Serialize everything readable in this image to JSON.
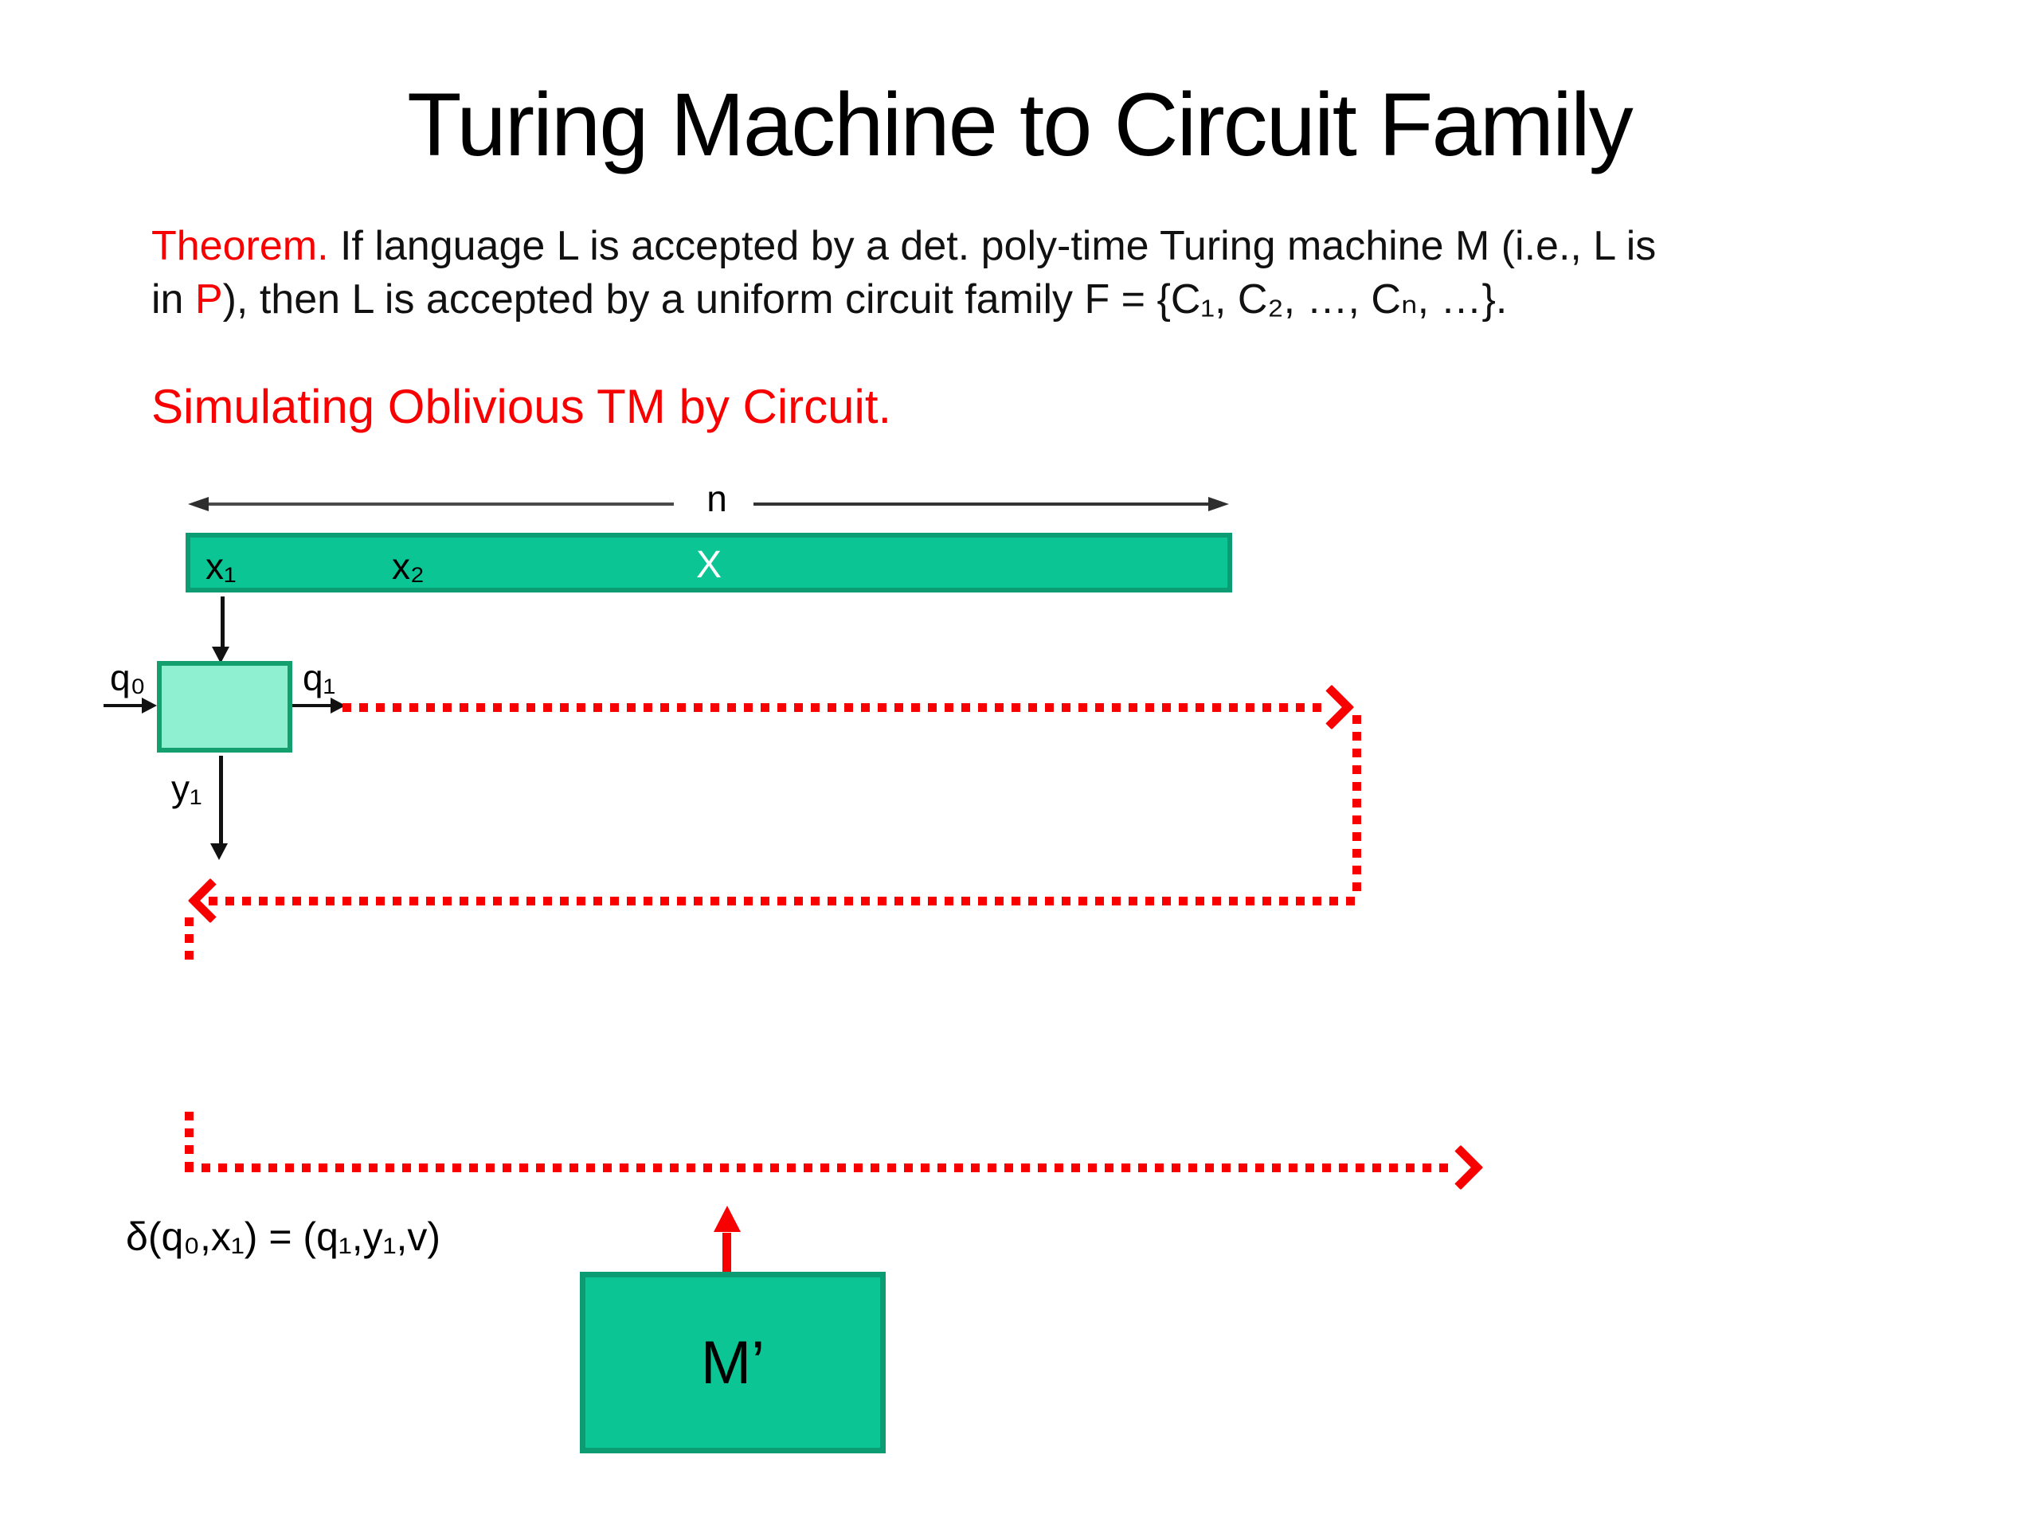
{
  "slide": {
    "title": "Turing Machine to Circuit Family",
    "theorem": {
      "l1_label": "Theorem.",
      "l1_rest": " If language L is accepted by a det. poly-time Turing machine M (i.e., L is",
      "l2_pre": "in ",
      "l2_p": "P",
      "l2_post": "), then L is accepted by a uniform circuit family F = {C₁, C₂, …, Cₙ, …}."
    },
    "subheading": "Simulating Oblivious TM by Circuit.",
    "diagram": {
      "length_label": "n",
      "tape_cell_1": "x₁",
      "tape_cell_2": "x₂",
      "tape_word": "X",
      "state_in": "q₀",
      "state_out": "q₁",
      "write_symbol": "y₁",
      "transition_equation": "δ(q₀,x₁) = (q₁,y₁,v)",
      "machine_label": "M’"
    },
    "colors": {
      "accent_red": "#f80000",
      "tape_green": "#0cc594",
      "border_green": "#0c9c73",
      "state_fill": "#8ff0d1"
    }
  }
}
